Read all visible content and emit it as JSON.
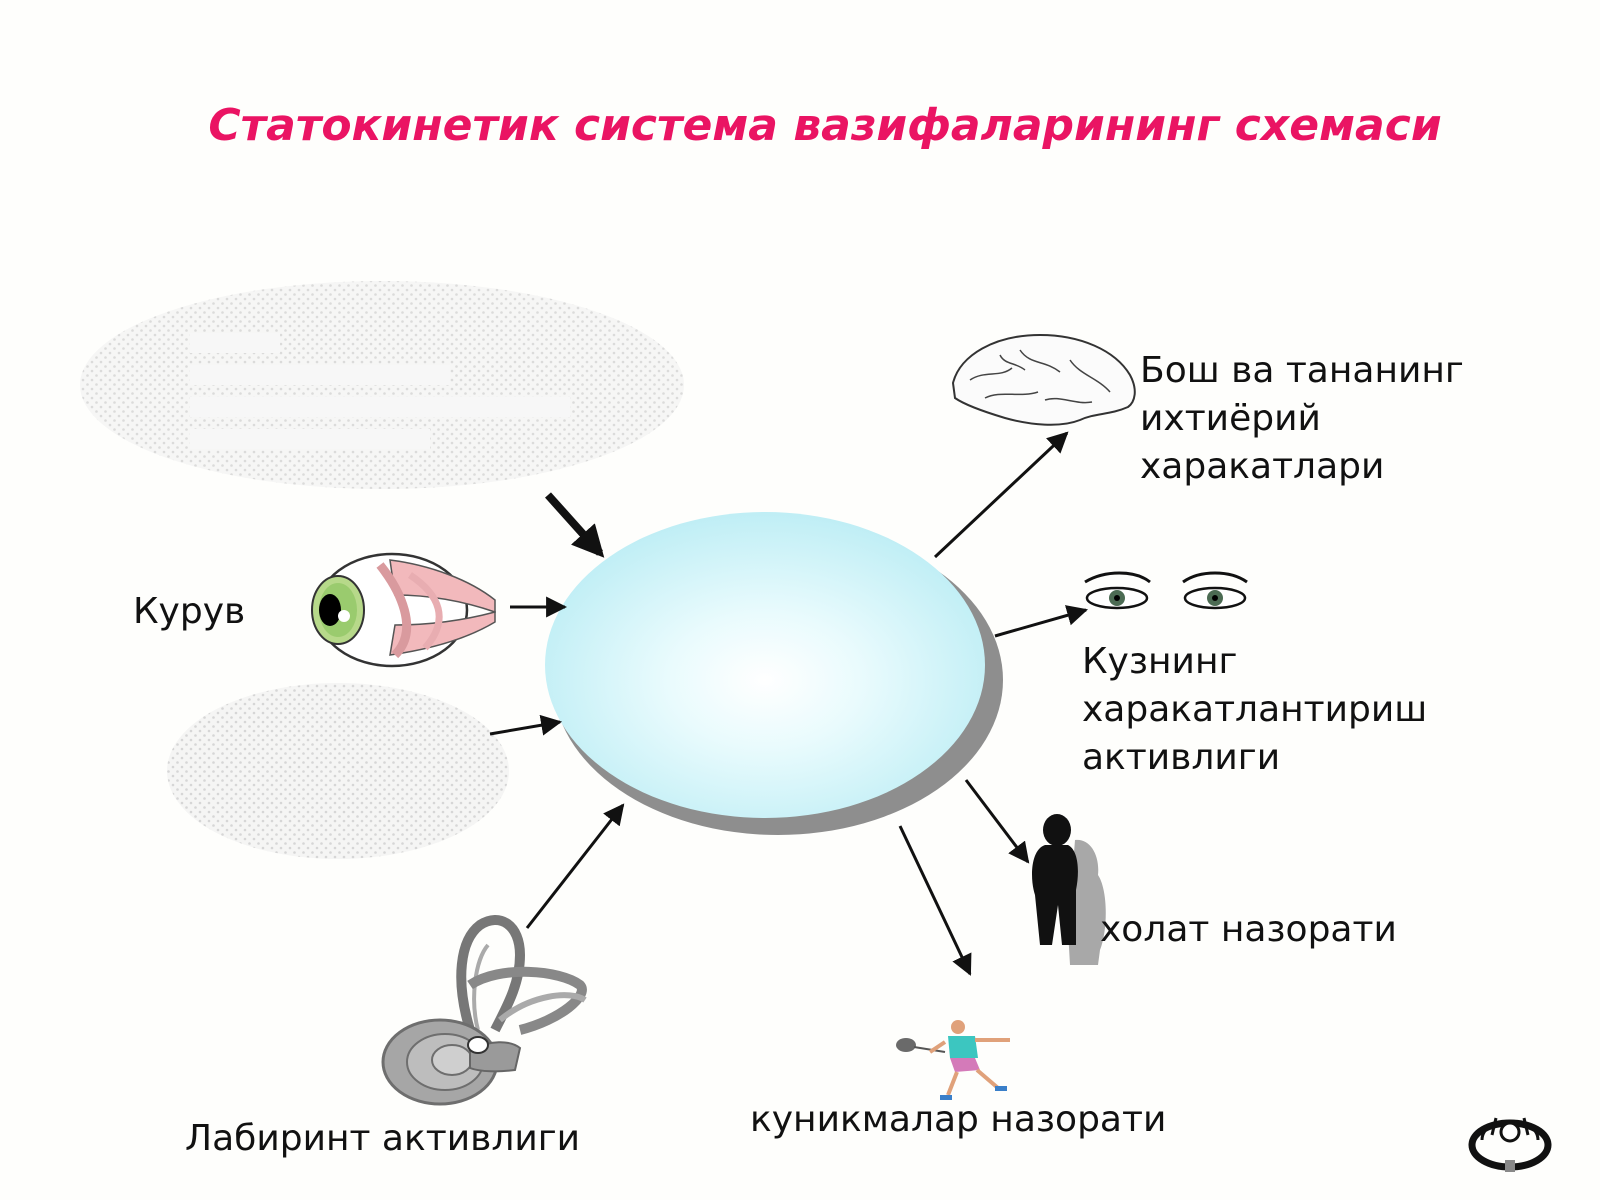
{
  "slide": {
    "title": "Статокинетик система вазифаларининг схемаси"
  },
  "labels": {
    "vision": "Курув",
    "head_body": "Бош ва тананинг ихтиёрий харакатлари",
    "eye_movement": "Кузнинг харакатлантириш активлиги",
    "posture": "холат назорати",
    "skills": "куникмалар назорати",
    "labyrinth": "Лабиринт активлиги"
  },
  "colors": {
    "title": "#ea1463",
    "center_fill": "#c9f1f6",
    "center_shadow": "#8e8e8e",
    "arrow": "#111111",
    "ghost_fill": "#e6e6e6"
  },
  "icons": {
    "vision": "eyeball-icon",
    "head_body": "brain-icon",
    "eye_movement": "eyes-icon",
    "posture": "standing-person-icon",
    "skills": "tennis-player-icon",
    "labyrinth": "inner-ear-icon",
    "logo": "logo-icon"
  }
}
